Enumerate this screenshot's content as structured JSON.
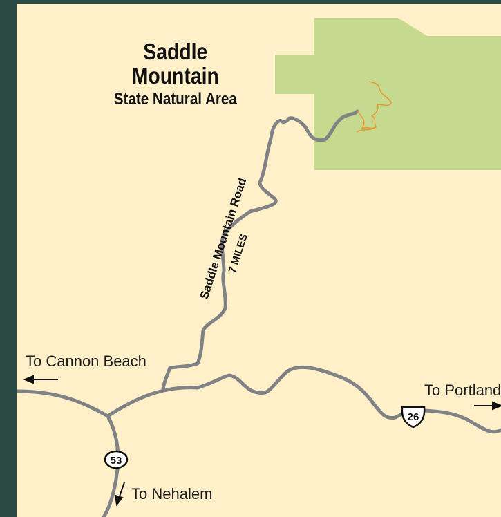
{
  "map": {
    "title": "Saddle Mountain",
    "subtitle": "State Natural Area",
    "road_name": "Saddle Mountain Road",
    "road_distance": "7 MILES",
    "destinations": {
      "west": "To Cannon Beach",
      "east": "To Portland",
      "south": "To Nehalem"
    },
    "routes": {
      "us_highway": "26",
      "state_highway": "53"
    },
    "colors": {
      "background": "#fff0c9",
      "park_area": "#c6da8f",
      "road": "#808286",
      "trail": "#e9962c",
      "frame": "#2c4a44"
    }
  }
}
